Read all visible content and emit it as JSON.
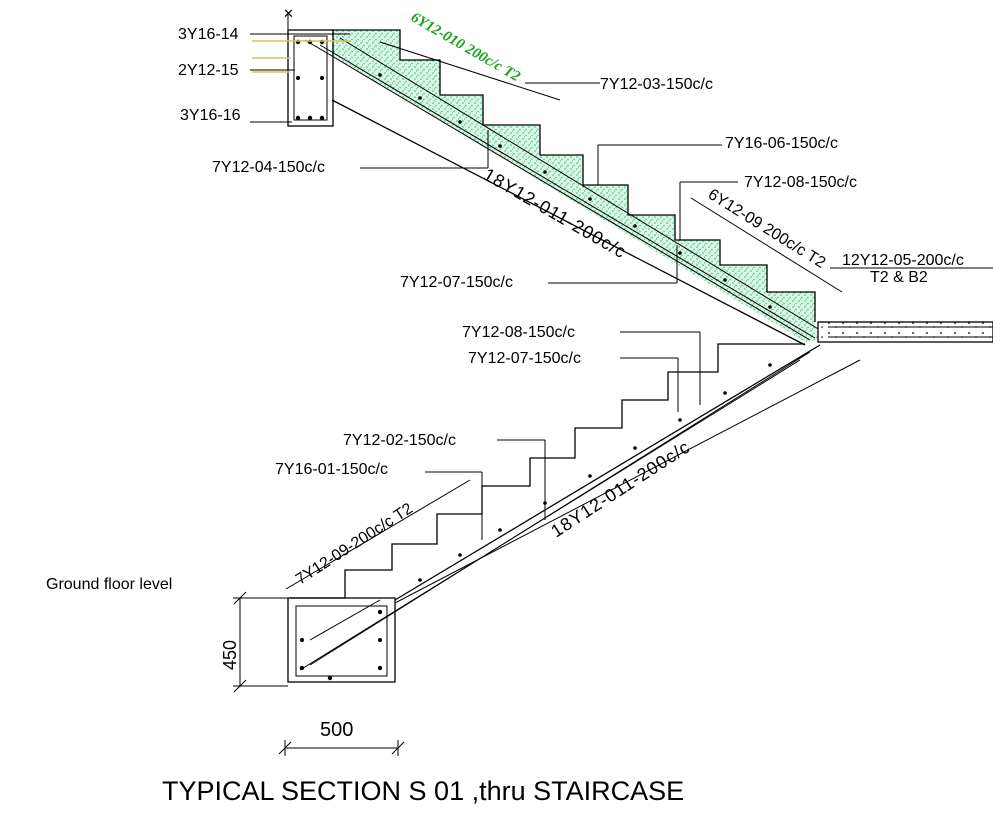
{
  "labels": {
    "bar_3y16_14": "3Y16-14",
    "bar_2y12_15": "2Y12-15",
    "bar_3y16_16": "3Y16-16",
    "bar_6y12_010": "6Y12-010 200c/c T2",
    "bar_7y12_03": "7Y12-03-150c/c",
    "bar_7y16_06": "7Y16-06-150c/c",
    "bar_7y12_04": "7Y12-04-150c/c",
    "bar_7y12_08_upper": "7Y12-08-150c/c",
    "bar_18y12_011_upper": "18Y12-011-200c/c",
    "bar_6y12_09": "6Y12-09 200c/c T2",
    "bar_12y12_05": "12Y12-05-200c/c",
    "bar_12y12_05_note": "T2 & B2",
    "bar_7y12_07_upper": "7Y12-07-150c/c",
    "bar_7y12_08_lower": "7Y12-08-150c/c",
    "bar_7y12_07_lower": "7Y12-07-150c/c",
    "bar_7y12_02": "7Y12-02-150c/c",
    "bar_7y16_01": "7Y16-01-150c/c",
    "bar_7y12_09": "7Y12-09-200c/c T2",
    "bar_18y12_011_lower": "18Y12-011-200c/c",
    "ground_floor": "Ground floor level",
    "dim_450": "450",
    "dim_500": "500"
  },
  "title": "TYPICAL SECTION S 01 ,thru STAIRCASE",
  "colors": {
    "concrete_hatch": "#2fbf7a",
    "green_text": "#1aa31a",
    "line": "#000000"
  }
}
